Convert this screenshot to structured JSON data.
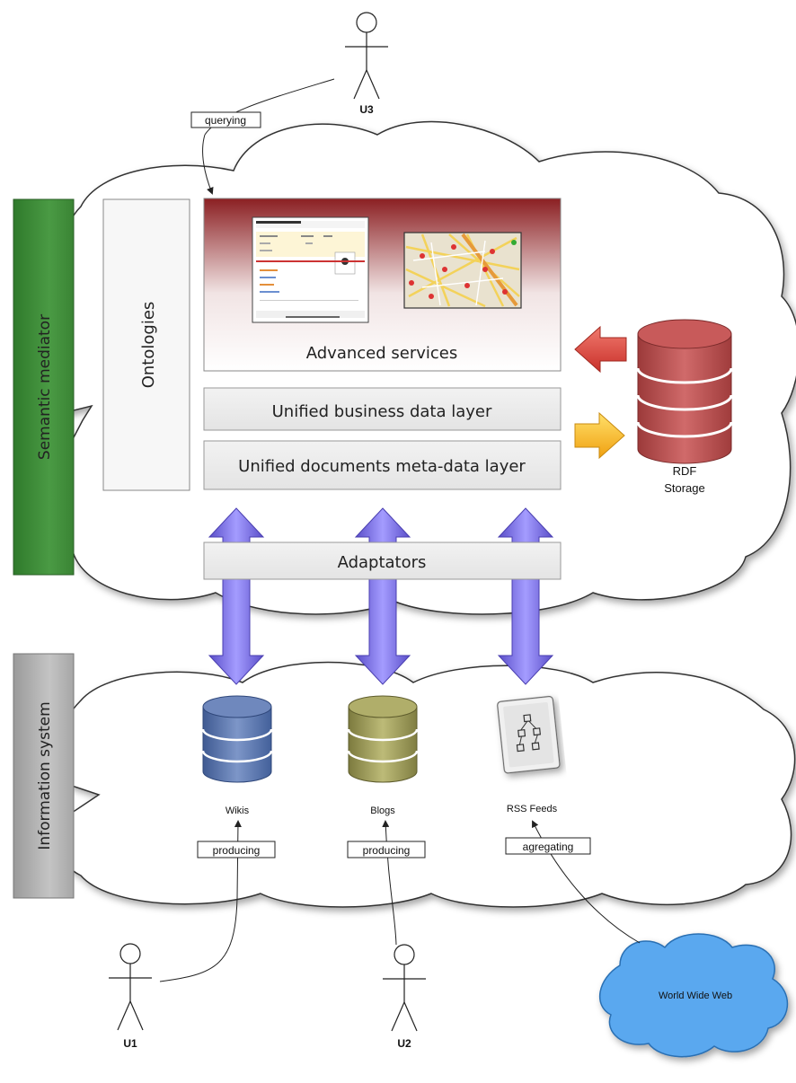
{
  "side_labels": {
    "semantic_mediator": "Semantic mediator",
    "information_system": "Information system"
  },
  "layers": {
    "ontologies": "Ontologies",
    "advanced_services": "Advanced services",
    "business_data": "Unified business data layer",
    "documents_meta": "Unified documents meta-data layer",
    "adaptators": "Adaptators"
  },
  "storage": {
    "line1": "RDF",
    "line2": "Storage"
  },
  "sources": {
    "wikis": "Wikis",
    "blogs": "Blogs",
    "rss": "RSS Feeds"
  },
  "actions": {
    "querying": "querying",
    "producing_wikis": "producing",
    "producing_blogs": "producing",
    "agregating": "agregating"
  },
  "users": {
    "u1": "U1",
    "u2": "U2",
    "u3": "U3"
  },
  "www": "World Wide Web",
  "colors": {
    "mediator_bar": "#3f8a3a",
    "info_bar": "#a9a9a9",
    "services_gradient_top": "#8b1f22",
    "arrow_purple": "#7b68ee",
    "red_arrow": "#d9403a",
    "yellow_arrow": "#f5c020",
    "rdf_db": "#b84646",
    "wiki_db": "#5470a8",
    "blog_db": "#9c9a55",
    "www_cloud": "#5aa8ef"
  }
}
